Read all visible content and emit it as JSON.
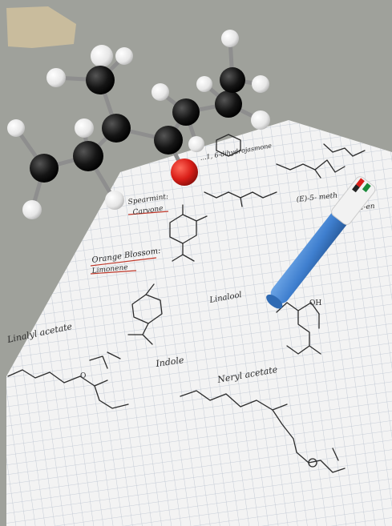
{
  "notes": {
    "menthone_small": "…1, 6-dihydrojasmone",
    "e5_methyl": "(E)-5- meth",
    "e5_methyl_tail": "2-en",
    "spearmint_title": "Spearmint:",
    "spearmint_compound": "Carvone",
    "orange_title": "Orange Blossom:",
    "orange_compound": "Limonene",
    "linalool": "Linalool",
    "linalyl_acetate": "Linalyl acetate",
    "indole": "Indole",
    "neryl_acetate": "Neryl acetate",
    "oh_label": "OH",
    "o_label": "O"
  },
  "colors": {
    "background_table": "#9a9c97",
    "paper": "#f3f3f3",
    "grid": "#b9c2cf",
    "ink": "#2b2b2b",
    "underline_red": "#c0392b",
    "atom_black": "#111111",
    "atom_white": "#efefef",
    "atom_red": "#d91e18",
    "pen_blue": "#3f7fcf",
    "pen_white": "#f2f2f2"
  }
}
